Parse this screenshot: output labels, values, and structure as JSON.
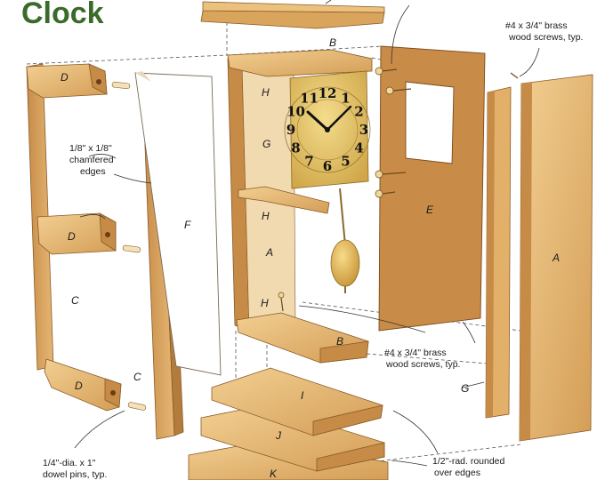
{
  "title": "Clock",
  "colors": {
    "wood_light": "#ecc17e",
    "wood_mid": "#d9a45c",
    "wood_dark": "#b47c3c",
    "panel_e": "#c98b48",
    "panel_white": "#ffffff",
    "dial_face": "#e6c66a",
    "title_green": "#3a6b2a"
  },
  "parts": {
    "A": "A",
    "B": "B",
    "C": "C",
    "D": "D",
    "E": "E",
    "F": "F",
    "G": "G",
    "H": "H",
    "I": "I",
    "J": "J",
    "K": "K"
  },
  "dial_numbers": [
    "12",
    "1",
    "2",
    "3",
    "4",
    "5",
    "6",
    "7",
    "8",
    "9",
    "10",
    "11"
  ],
  "callouts": {
    "screws_top_1": "#4 x 3/4\" brass",
    "screws_top_2": "wood screws, typ.",
    "chamfer_1": "1/8\" x 1/8\"",
    "chamfer_2": "chamfered",
    "chamfer_3": "edges",
    "screws_bottom_1": "#4 x 3/4\" brass",
    "screws_bottom_2": "wood screws, typ.",
    "dowel_1": "1/4\"-dia. x 1\"",
    "dowel_2": "dowel pins, typ.",
    "rounded_1": "1/2\"-rad. rounded",
    "rounded_2": "over edges"
  }
}
